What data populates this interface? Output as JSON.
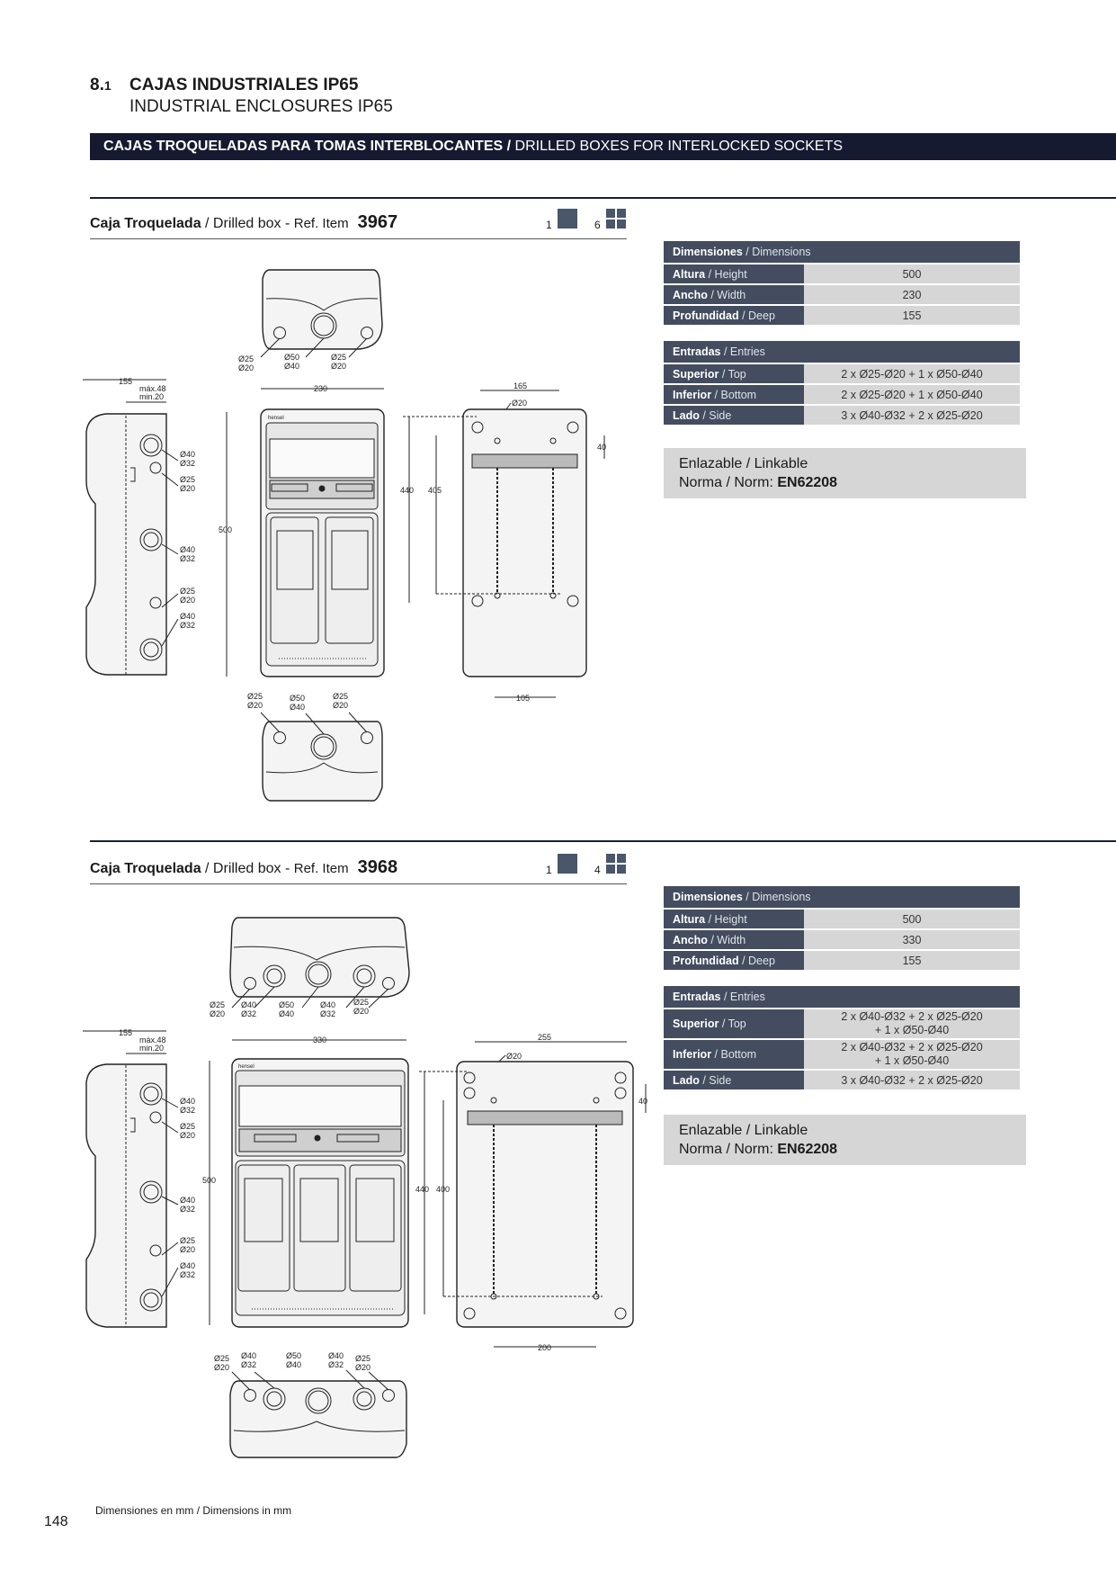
{
  "section": {
    "number": "8.",
    "number_sub": "1",
    "title_es": "CAJAS INDUSTRIALES IP65",
    "title_en": "INDUSTRIAL ENCLOSURES IP65"
  },
  "banner": {
    "bold": "CAJAS TROQUELADAS PARA TOMAS INTERBLOCANTES /",
    "normal": " DRILLED BOXES FOR INTERLOCKED SOCKETS"
  },
  "item_label": {
    "es": "Caja Troquelada",
    "sep": " / Drilled box - ",
    "ref": "Ref. Item"
  },
  "items": [
    {
      "ref": "3967",
      "pack_single": "1",
      "pack_multi": "6",
      "table": {
        "dims_header_es": "Dimensiones",
        "dims_header_en": " / Dimensions",
        "dims": [
          {
            "es": "Altura",
            "en": " / Height",
            "value": "500"
          },
          {
            "es": "Ancho",
            "en": " / Width",
            "value": "230"
          },
          {
            "es": "Profundidad",
            "en": " / Deep",
            "value": "155"
          }
        ],
        "entries_header_es": "Entradas",
        "entries_header_en": " / Entries",
        "entries": [
          {
            "es": "Superior",
            "en": " / Top",
            "line1": "2 x Ø25-Ø20 + 1 x Ø50-Ø40",
            "line2": ""
          },
          {
            "es": "Inferior",
            "en": " / Bottom",
            "line1": "2 x Ø25-Ø20 + 1 x Ø50-Ø40",
            "line2": ""
          },
          {
            "es": "Lado",
            "en": " / Side",
            "line1": "3 x Ø40-Ø32 + 2 x Ø25-Ø20",
            "line2": ""
          }
        ]
      },
      "info": {
        "linkable_es": "Enlazable",
        "linkable_en": " / Linkable",
        "norm_es": "Norma",
        "norm_en": " / Norm: ",
        "norm_value": "EN62208"
      },
      "drawing": {
        "top_labels": [
          "Ø25",
          "Ø20",
          "Ø50",
          "Ø40",
          "Ø25",
          "Ø20"
        ],
        "side_depth": "155",
        "side_max": "máx.48",
        "side_min": "min.20",
        "side_labels": [
          "Ø40",
          "Ø32",
          "Ø25",
          "Ø20",
          "Ø40",
          "Ø32",
          "Ø25",
          "Ø20",
          "Ø40",
          "Ø32"
        ],
        "front_width": "230",
        "front_height": "500",
        "front_brand": "hensel",
        "back_width": "165",
        "back_hole": "Ø20",
        "back_offset": "40",
        "back_h1": "440",
        "back_h2": "405",
        "back_bottom": "105",
        "bottom_labels": [
          "Ø25",
          "Ø20",
          "Ø50",
          "Ø40",
          "Ø25",
          "Ø20"
        ]
      }
    },
    {
      "ref": "3968",
      "pack_single": "1",
      "pack_multi": "4",
      "table": {
        "dims_header_es": "Dimensiones",
        "dims_header_en": " / Dimensions",
        "dims": [
          {
            "es": "Altura",
            "en": " / Height",
            "value": "500"
          },
          {
            "es": "Ancho",
            "en": " / Width",
            "value": "330"
          },
          {
            "es": "Profundidad",
            "en": " / Deep",
            "value": "155"
          }
        ],
        "entries_header_es": "Entradas",
        "entries_header_en": " / Entries",
        "entries": [
          {
            "es": "Superior",
            "en": " / Top",
            "line1": "2 x Ø40-Ø32 + 2 x Ø25-Ø20",
            "line2": "+ 1 x Ø50-Ø40"
          },
          {
            "es": "Inferior",
            "en": " / Bottom",
            "line1": "2 x Ø40-Ø32 + 2 x Ø25-Ø20",
            "line2": "+ 1 x Ø50-Ø40"
          },
          {
            "es": "Lado",
            "en": " / Side",
            "line1": "3 x Ø40-Ø32 + 2 x Ø25-Ø20",
            "line2": ""
          }
        ]
      },
      "info": {
        "linkable_es": "Enlazable",
        "linkable_en": " / Linkable",
        "norm_es": "Norma",
        "norm_en": " / Norm: ",
        "norm_value": "EN62208"
      },
      "drawing": {
        "top_labels": [
          "Ø25",
          "Ø20",
          "Ø40",
          "Ø32",
          "Ø50",
          "Ø40",
          "Ø40",
          "Ø32",
          "Ø25",
          "Ø20"
        ],
        "side_depth": "155",
        "side_max": "máx.48",
        "side_min": "min.20",
        "side_labels": [
          "Ø40",
          "Ø32",
          "Ø25",
          "Ø20",
          "Ø40",
          "Ø32",
          "Ø25",
          "Ø20",
          "Ø40",
          "Ø32"
        ],
        "front_width": "330",
        "front_height": "500",
        "front_brand": "hensel",
        "back_width": "255",
        "back_hole": "Ø20",
        "back_offset": "40",
        "back_h1": "440",
        "back_h2": "400",
        "back_bottom": "200",
        "bottom_labels": [
          "Ø25",
          "Ø20",
          "Ø40",
          "Ø32",
          "Ø50",
          "Ø40",
          "Ø40",
          "Ø32",
          "Ø25",
          "Ø20"
        ]
      }
    }
  ],
  "footer": {
    "note_es": "Dimensiones en mm",
    "note_en": " / Dimensions in mm",
    "page": "148"
  }
}
